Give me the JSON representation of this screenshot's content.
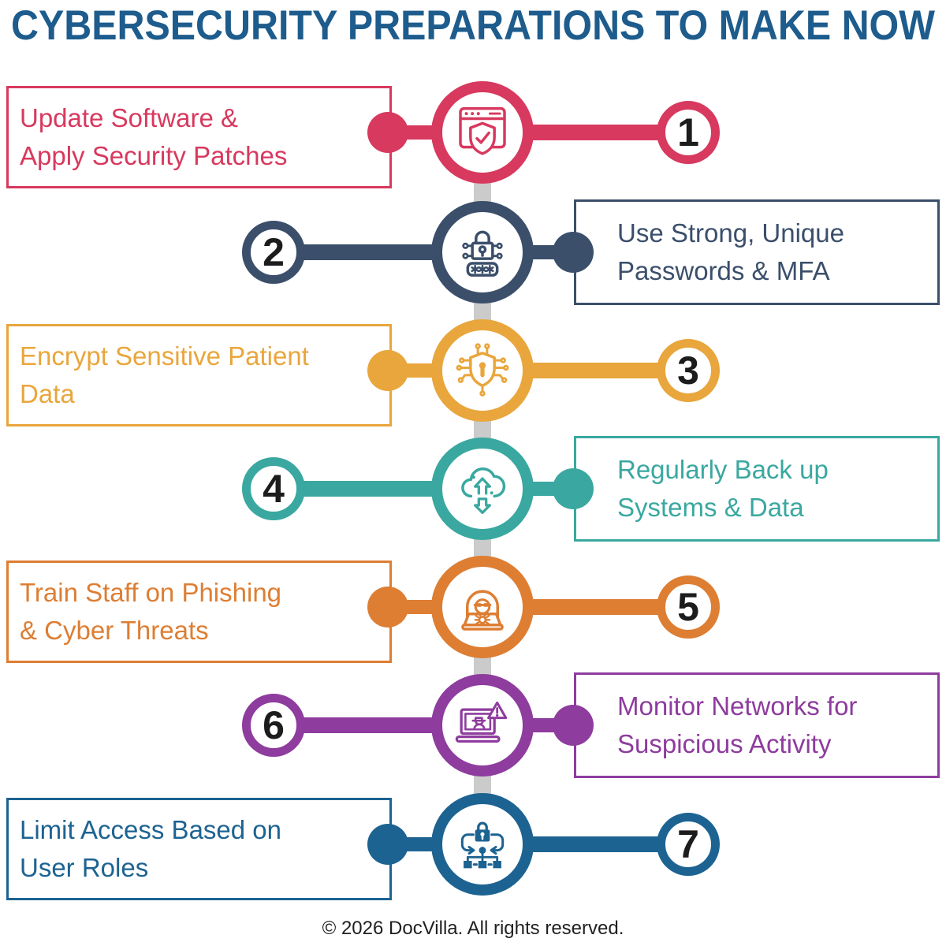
{
  "title": {
    "text": "CYBERSECURITY PREPARATIONS TO MAKE NOW",
    "color": "#1d5c8c"
  },
  "footer": {
    "text": "© 2026 DocVilla. All rights reserved."
  },
  "timeline": {
    "connector_color": "#cbcbcb",
    "number_text_color": "#1c1c1c"
  },
  "steps": [
    {
      "number": "1",
      "label": "Update Software &\nApply Security Patches",
      "color": "#d8395e",
      "text_side": "left",
      "icon": "browser-shield-check-icon"
    },
    {
      "number": "2",
      "label": "Use Strong, Unique\nPasswords & MFA",
      "color": "#3b4f6b",
      "text_side": "right",
      "icon": "password-lock-icon"
    },
    {
      "number": "3",
      "label": "Encrypt Sensitive Patient\nData",
      "color": "#e9a63c",
      "text_side": "left",
      "icon": "encrypted-shield-circuit-icon"
    },
    {
      "number": "4",
      "label": "Regularly Back up\nSystems & Data",
      "color": "#3aa8a0",
      "text_side": "right",
      "icon": "cloud-backup-icon"
    },
    {
      "number": "5",
      "label": "Train Staff on Phishing\n& Cyber Threats",
      "color": "#dd7e33",
      "text_side": "left",
      "icon": "phishing-hacker-icon"
    },
    {
      "number": "6",
      "label": "Monitor Networks for\nSuspicious Activity",
      "color": "#8e3c9e",
      "text_side": "right",
      "icon": "network-monitor-alert-icon"
    },
    {
      "number": "7",
      "label": "Limit Access Based on\nUser Roles",
      "color": "#1d6392",
      "text_side": "left",
      "icon": "role-access-lock-icon"
    }
  ]
}
